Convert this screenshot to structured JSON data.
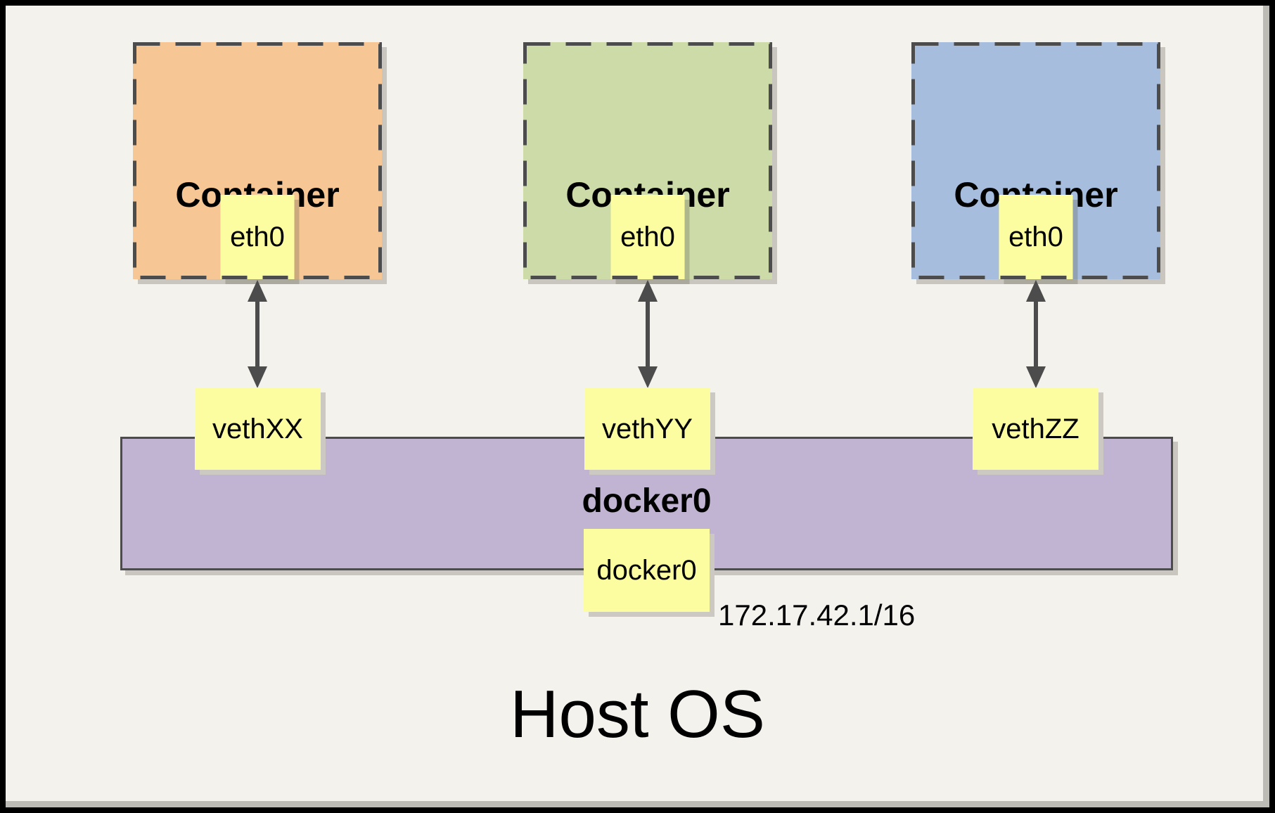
{
  "diagram": {
    "host_label": "Host OS",
    "containers": [
      {
        "label": "Container",
        "interface": "eth0",
        "veth": "vethXX",
        "fill": "#F6C794"
      },
      {
        "label": "Container",
        "interface": "eth0",
        "veth": "vethYY",
        "fill": "#CDDBA8"
      },
      {
        "label": "Container",
        "interface": "eth0",
        "veth": "vethZZ",
        "fill": "#A7BDDD"
      }
    ],
    "bridge": {
      "label": "docker0",
      "interface": "docker0",
      "ip": "172.17.42.1/16",
      "fill": "#C1B3D2"
    },
    "colors": {
      "background": "#F4F2ED",
      "frame_border": "#000000",
      "dashed_border": "#4C4C4C",
      "note_yellow": "#FCFCA0",
      "arrow": "#4C4C4C",
      "shadow": "#C9C6C0"
    }
  }
}
